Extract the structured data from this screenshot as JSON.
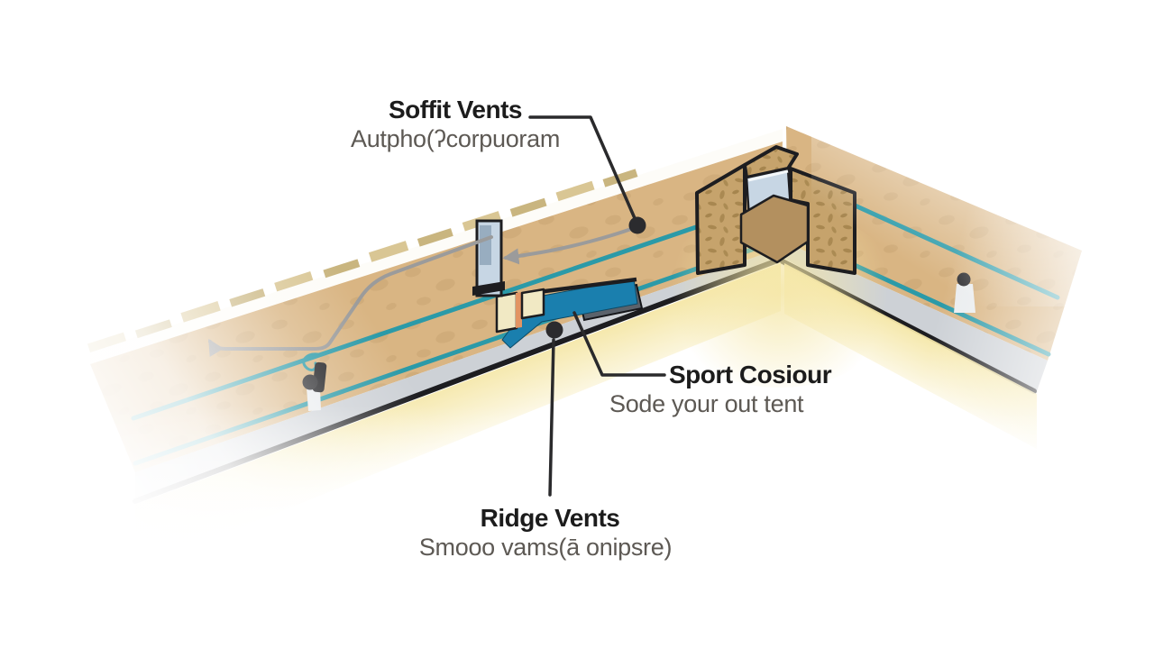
{
  "scene": {
    "description": "Roof ventilation cross-section diagram with ridge peak, vent chute, baffle wedge and airflow arrows"
  },
  "labels": {
    "soffit": {
      "title": "Soffit Vents",
      "subtitle": "Autpho(ʔcorpuoram"
    },
    "sport": {
      "title": "Sport Cosiour",
      "subtitle": "Sode your out tent"
    },
    "ridge": {
      "title": "Ridge Vents",
      "subtitle": "Smooo vams(ā onipsre)"
    }
  },
  "colors": {
    "deck": "#d9b583",
    "white_strip": "#fdfcf8",
    "shingle": "#d9c694",
    "shingle_dark": "#c9b57f",
    "teal": "#2b9aa8",
    "gray_band": "#cdd1d6",
    "line_black": "#1d1d20",
    "glow": "#f5e7a8",
    "chute": "#c7d6e4",
    "chute_shadow": "#8fa6ba",
    "cream": "#f1e9c4",
    "orange": "#e29463",
    "wedge": "#1a7fae",
    "dark_gray": "#5b626b",
    "osb": "#c6a36c",
    "osb_dab": "#a08049",
    "ridge_inner": "#b3905f",
    "arrow_gray": "#9b9b9b",
    "callout": "#2a2a2c",
    "dot": "#2b2b2e",
    "title_color": "#1c1c1c",
    "sub_color": "#5d5954"
  }
}
